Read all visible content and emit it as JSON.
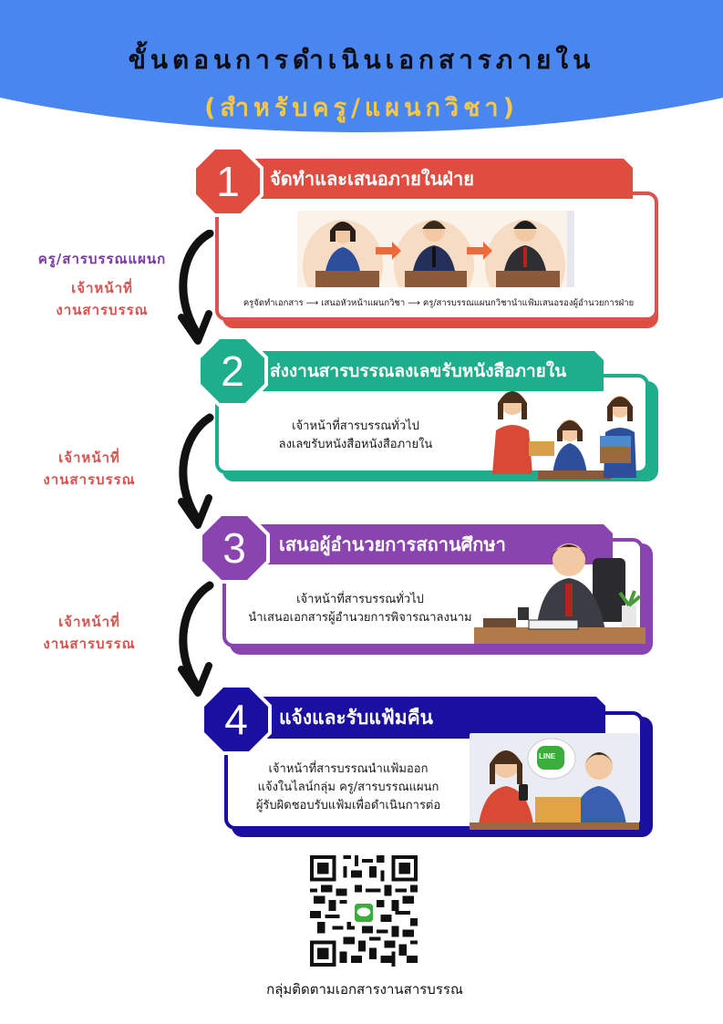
{
  "header": {
    "title": "ขั้นตอนการดำเนินเอกสารภายใน",
    "subtitle": "(สำหรับครู/แผนกวิชา)",
    "banner_color": "#4a86f0",
    "title_color": "#0d0d14",
    "subtitle_color": "#f5c84a"
  },
  "side_labels": [
    {
      "line1": "ครู/สารบรรณแผนก",
      "line2": "เจ้าหน้าที่",
      "line3": "งานสารบรรณ"
    },
    {
      "line1": "เจ้าหน้าที่",
      "line2": "งานสารบรรณ"
    },
    {
      "line1": "เจ้าหน้าที่",
      "line2": "งานสารบรรณ"
    }
  ],
  "steps": [
    {
      "number": "1",
      "title": "จัดทำและเสนอภายในฝ่าย",
      "color": "#e04c3f",
      "description": "ครูจัดทำเอกสาร ⟶ เสนอหัวหน้าแผนกวิชา ⟶ ครู/สารบรรณแผนกวิชานำแฟ้มเสนอรองผู้อำนวยการฝ่าย",
      "illustration": "teacher-to-head-to-deputy-signing"
    },
    {
      "number": "2",
      "title": "ส่งงานสารบรรณลงเลขรับหนังสือภายใน",
      "color": "#1fae8c",
      "description_line1": "เจ้าหน้าที่สารบรรณทั่วไป",
      "description_line2": "ลงเลขรับหนังสือหนังสือภายใน",
      "illustration": "staff-receiving-documents"
    },
    {
      "number": "3",
      "title": "เสนอผู้อำนวยการสถานศึกษา",
      "color": "#8a44b0",
      "description_line1": "เจ้าหน้าที่สารบรรณทั่วไป",
      "description_line2": "นำเสนอเอกสารผู้อำนวยการพิจารณาลงนาม",
      "illustration": "director-signing"
    },
    {
      "number": "4",
      "title": "แจ้งและรับแฟ้มคืน",
      "color": "#1a0fa0",
      "description_line1": "เจ้าหน้าที่สารบรรณนำแฟ้มออก",
      "description_line2": "แจ้งในไลน์กลุ่ม ครู/สารบรรณแผนก",
      "description_line3": "ผู้รับผิดชอบรับแฟ้มเพื่อดำเนินการต่อ",
      "illustration": "line-notification-handover",
      "badge": "LINE"
    }
  ],
  "qr": {
    "caption": "กลุ่มติดตามเอกสารงานสารบรรณ",
    "icon": "line-icon"
  }
}
